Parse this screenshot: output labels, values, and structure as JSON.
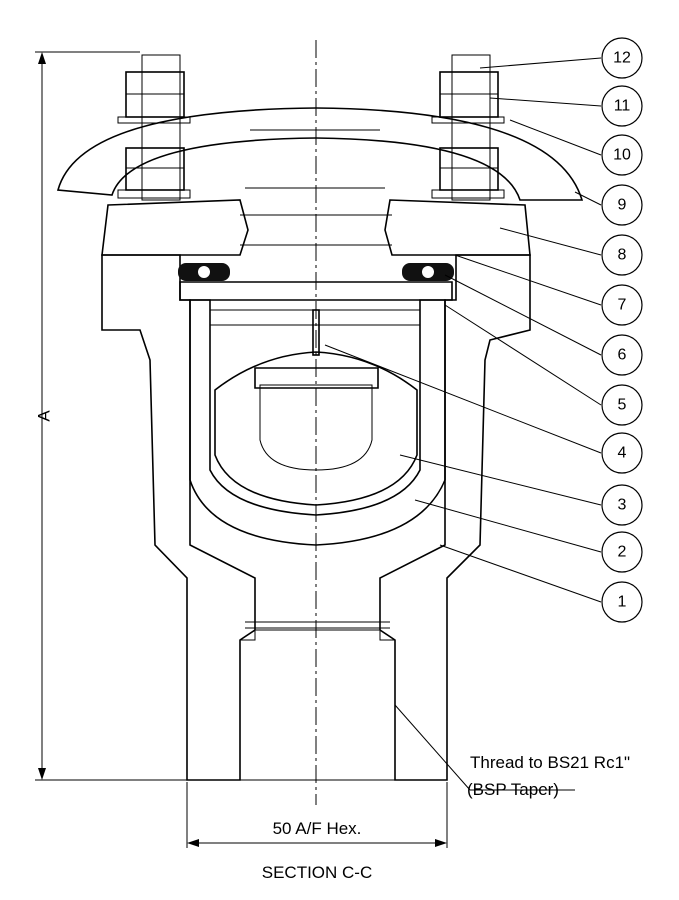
{
  "balloons": [
    "12",
    "11",
    "10",
    "9",
    "8",
    "7",
    "6",
    "5",
    "4",
    "3",
    "2",
    "1"
  ],
  "dimension_a": "A",
  "dimension_hex": "50 A/F Hex.",
  "thread_line1": "Thread to BS21 Rc1\"",
  "thread_line2": "(BSP Taper)",
  "section_title": "SECTION C-C"
}
